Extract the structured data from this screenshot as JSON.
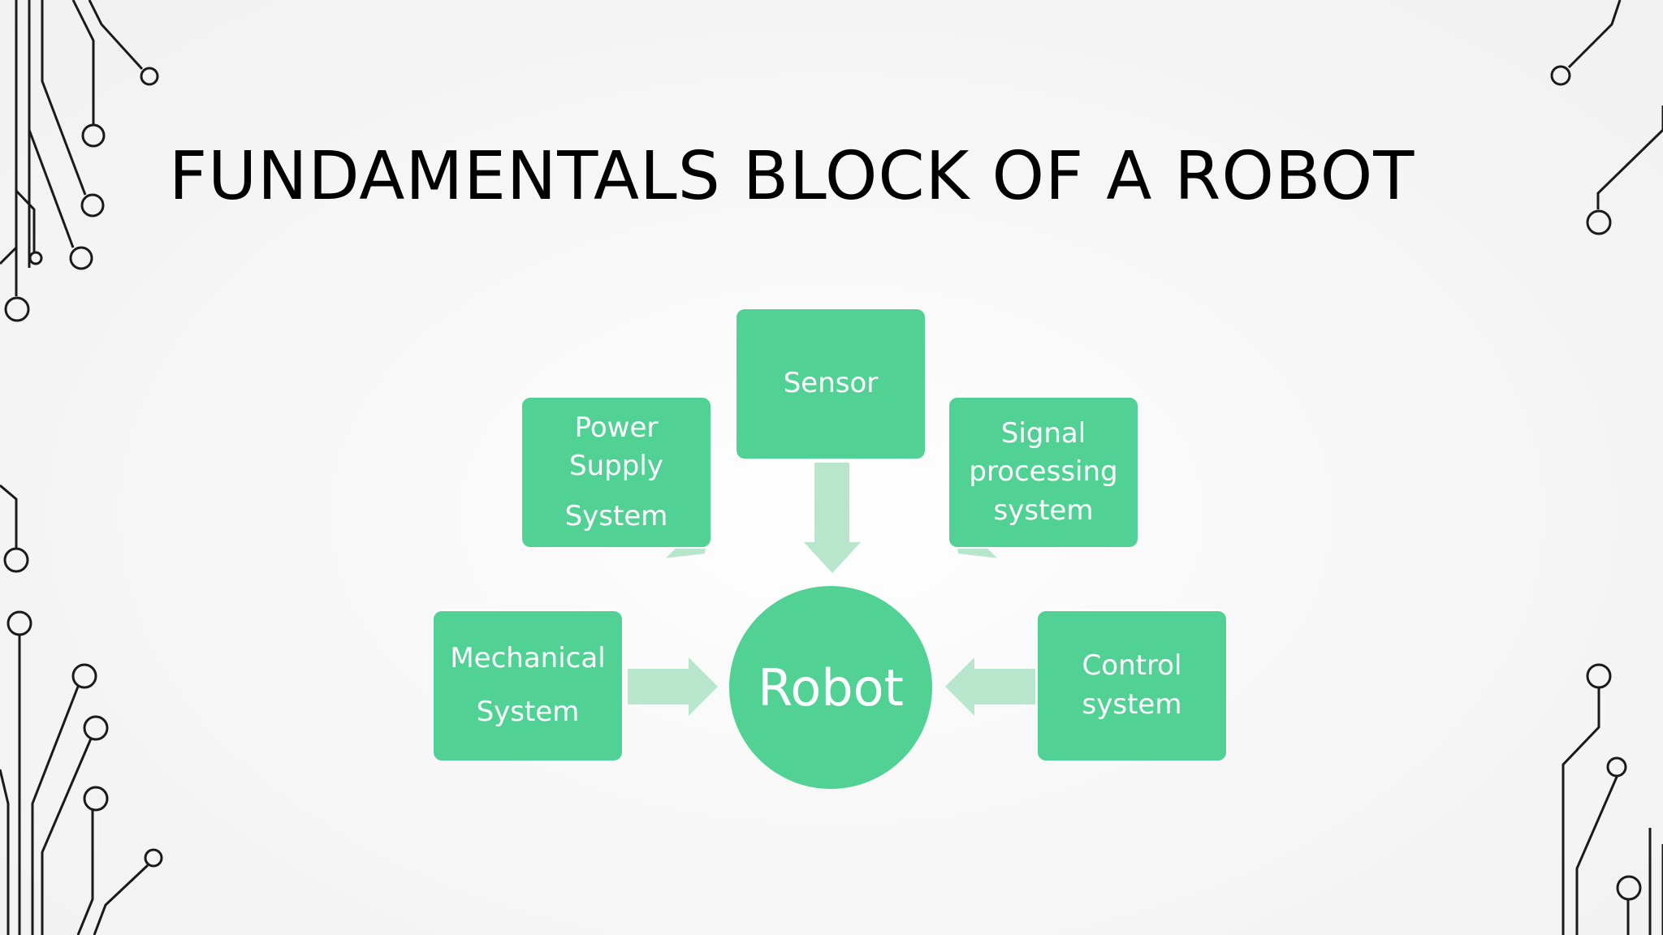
{
  "slide": {
    "title": "FUNDAMENTALS BLOCK OF A ROBOT"
  },
  "diagram": {
    "hub_label": "Robot",
    "blocks": {
      "sensor": [
        "Sensor"
      ],
      "power_supply": [
        "Power",
        "Supply",
        "System"
      ],
      "signal_processing": [
        "Signal",
        "processing",
        "system"
      ],
      "mechanical": [
        "Mechanical",
        "System"
      ],
      "control": [
        "Control",
        "system"
      ]
    }
  },
  "colors": {
    "block_fill": "#52d194",
    "arrow_fill": "#b7e6cd",
    "text": "#ffffff",
    "title": "#000000",
    "circuit_line": "#1a1a1a"
  }
}
